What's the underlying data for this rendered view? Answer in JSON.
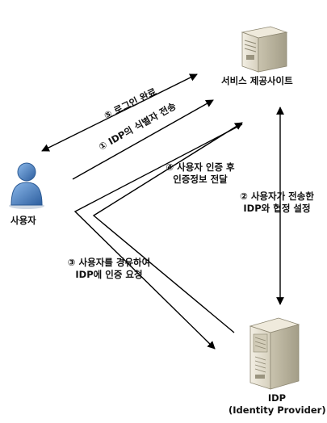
{
  "nodes": {
    "user": "사용자",
    "service": "서비스 제공사이트",
    "idp_line1": "IDP",
    "idp_line2": "(Identity Provider)"
  },
  "steps": {
    "s1": "① IDP의 식별자 전송",
    "s2_line1": "② 사용자가 전송한",
    "s2_line2": "IDP와 협정 설정",
    "s3_line1": "③ 사용자를 경유하여",
    "s3_line2": "IDP에 인증 요청",
    "s4_line1": "④ 사용자 인증 후",
    "s4_line2": "인증정보 전달",
    "s5": "⑤ 로그인 완료"
  },
  "colors": {
    "user_body": "#4a86c8",
    "server_light": "#e6e1d3",
    "server_dark": "#b9b39f",
    "line": "#000000"
  },
  "icons": [
    "user-icon",
    "service-server-icon",
    "idp-server-icon"
  ]
}
